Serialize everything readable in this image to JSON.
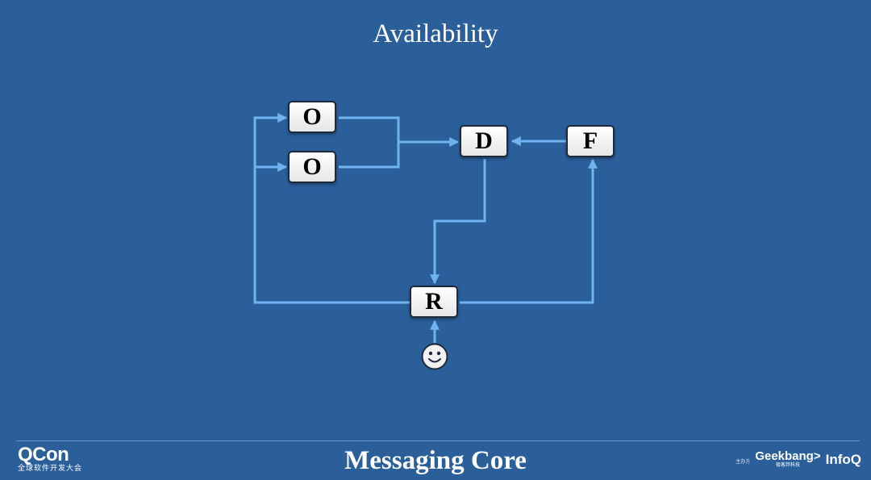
{
  "title": "Availability",
  "footer": {
    "title": "Messaging Core",
    "brand_name": "QCon",
    "brand_sub": "全球软件开发大会",
    "sponsor_label": "主办方",
    "sponsor_geek": "Geekbang>",
    "sponsor_geek_sub": "极客邦科技",
    "sponsor_infoq": "InfoQ"
  },
  "colors": {
    "background": "#2a5f9a",
    "arrow": "#6fb4f0",
    "node_fill": "#f2f2f2",
    "node_border": "#1e2a3a"
  },
  "diagram": {
    "nodes": [
      {
        "id": "o1",
        "label": "O"
      },
      {
        "id": "o2",
        "label": "O"
      },
      {
        "id": "d",
        "label": "D"
      },
      {
        "id": "f",
        "label": "F"
      },
      {
        "id": "r",
        "label": "R"
      }
    ],
    "user_icon": "smiley-face-icon",
    "edges": [
      {
        "from": "o1",
        "to": "d"
      },
      {
        "from": "o2",
        "to": "d"
      },
      {
        "from": "f",
        "to": "d"
      },
      {
        "from": "d",
        "to": "r"
      },
      {
        "from": "r",
        "to": "f"
      },
      {
        "from": "r",
        "to": "o1"
      },
      {
        "from": "r",
        "to": "o2"
      },
      {
        "from": "user",
        "to": "r"
      }
    ]
  }
}
